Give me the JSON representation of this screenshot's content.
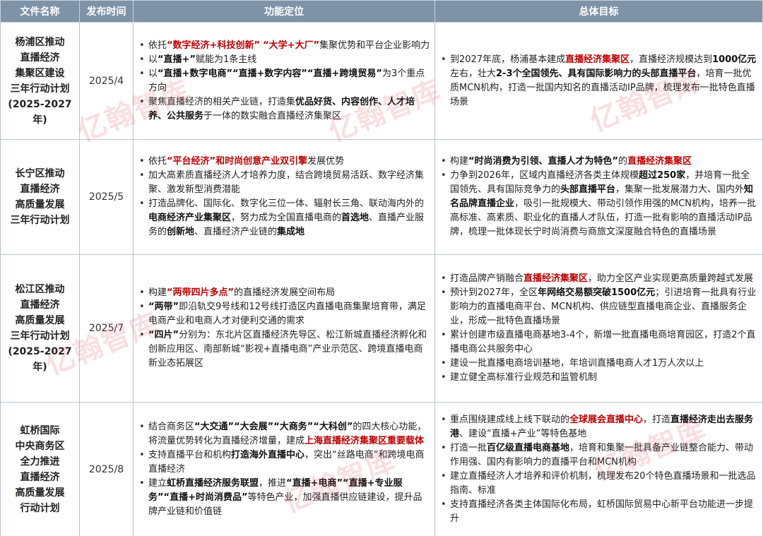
{
  "watermark": "亿翰智库",
  "headers": [
    "文件名称",
    "发布时间",
    "功能定位",
    "总体目标"
  ],
  "rows": [
    {
      "name": [
        "杨浦区推动",
        "直播经济",
        "集聚区建设",
        "三年行动计划",
        "(2025-2027年)"
      ],
      "date": "2025/4",
      "functions": [
        [
          {
            "t": "依托"
          },
          {
            "t": "“数字经济+科技创新”",
            "s": "r"
          },
          {
            "t": "  "
          },
          {
            "t": "“大学+大厂”",
            "s": "r"
          },
          {
            "t": "集聚优势和平台企业影响力"
          }
        ],
        [
          {
            "t": "以"
          },
          {
            "t": "“直播+”",
            "s": "b"
          },
          {
            "t": "赋能为1条主线"
          }
        ],
        [
          {
            "t": "以"
          },
          {
            "t": "“直播+数字电商”“直播+数字内容”“直播+跨境贸易”",
            "s": "b"
          },
          {
            "t": "为3个重点方向"
          }
        ],
        [
          {
            "t": "聚焦直播经济的相关产业链，打造集"
          },
          {
            "t": "优品好货、内容创作、人才培养、公共服务",
            "s": "b"
          },
          {
            "t": "于一体的数实融合直播经济集聚区"
          }
        ]
      ],
      "goals": [
        [
          {
            "t": "到2027年底，杨浦基本建成"
          },
          {
            "t": "直播经济集聚区",
            "s": "r"
          },
          {
            "t": "，直播经济规模达到"
          },
          {
            "t": "1000亿元",
            "s": "b"
          },
          {
            "t": "左右，壮大"
          },
          {
            "t": "2-3个全国领先、具有国际影响力的头部直播平台",
            "s": "b"
          },
          {
            "t": "，培育一批优质MCN机构，打造一批国内知名的直播活动IP品牌，梳理发布一批特色直播场景"
          }
        ]
      ]
    },
    {
      "name": [
        "长宁区推动",
        "直播经济",
        "高质量发展",
        "三年行动计划"
      ],
      "date": "2025/5",
      "functions": [
        [
          {
            "t": "依托"
          },
          {
            "t": "“平台经济”和时尚创意产业双引擎",
            "s": "r"
          },
          {
            "t": "发展优势"
          }
        ],
        [
          {
            "t": "加大高素质直播经济人才培养力度，结合跨境贸易活跃、数字经济集聚、激发新型消费潜能"
          }
        ],
        [
          {
            "t": "打造品牌化、国际化、数字化三位一体、辐射长三角、联动海内外的"
          },
          {
            "t": "电商经济产业集聚区",
            "s": "b"
          },
          {
            "t": "，努力成为全国直播电商的"
          },
          {
            "t": "首选地",
            "s": "b"
          },
          {
            "t": "、直播产业服务的"
          },
          {
            "t": "创新地",
            "s": "b"
          },
          {
            "t": "、直播经济产业链的"
          },
          {
            "t": "集成地",
            "s": "b"
          }
        ]
      ],
      "goals": [
        [
          {
            "t": "构建"
          },
          {
            "t": "“时尚消费为引领、直播人才为特色”",
            "s": "b"
          },
          {
            "t": "的"
          },
          {
            "t": "直播经济集聚区",
            "s": "r"
          }
        ],
        [
          {
            "t": "力争到2026年，区域内直播经济各类主体规模"
          },
          {
            "t": "超过250家",
            "s": "b"
          },
          {
            "t": "，并培育一批全国领先、具有国际竞争力的"
          },
          {
            "t": "头部直播平台",
            "s": "b"
          },
          {
            "t": "，集聚一批发展潜力大、国内外"
          },
          {
            "t": "知名品牌直播企业",
            "s": "b"
          },
          {
            "t": "，吸引一批规模大、带动引领作用强的MCN机构，培养一批高标准、高素质、职业化的直播人才队伍，打造一批有影响的直播活动IP品牌，梳理一批体现长宁时尚消费与商旅文深度融合特色的直播场景"
          }
        ]
      ]
    },
    {
      "name": [
        "松江区推动",
        "直播经济",
        "高质量发展",
        "三年行动计划",
        "(2025-2027年)"
      ],
      "date": "2025/7",
      "functions": [
        [
          {
            "t": "构建"
          },
          {
            "t": "“两带四片多点”",
            "s": "r"
          },
          {
            "t": "的直播经济发展空间布局"
          }
        ],
        [
          {
            "t": "“两带”",
            "s": "b"
          },
          {
            "t": "即沿轨交9号线和12号线打造区内直播电商集聚培育带，满足电商产业和电商人才对便利交通的需求"
          }
        ],
        [
          {
            "t": "“四片”",
            "s": "b"
          },
          {
            "t": "分别为：东北片区直播经济先导区、松江新城直播经济孵化和创新应用区、南部新城“影视+直播电商”产业示范区、跨境直播电商新业态拓展区"
          }
        ]
      ],
      "goals": [
        [
          {
            "t": "打造品牌产销融合"
          },
          {
            "t": "直播经济集聚区",
            "s": "r"
          },
          {
            "t": "，助力全区产业实现更高质量跨越式发展"
          }
        ],
        [
          {
            "t": "预计到2027年，全区"
          },
          {
            "t": "年网络交易额突破1500亿元",
            "s": "b"
          },
          {
            "t": "；引进培育一批具有行业影响力的直播电商平台、MCN机构、供应链型直播电商企业、直播服务企业，形成一批特色直播场景"
          }
        ],
        [
          {
            "t": "累计创建市级直播电商基地3-4个，新增一批直播电商培育园区，打造2个直播电商公共服务中心"
          }
        ],
        [
          {
            "t": "建设一批直播电商培训基地，年培训直播电商人才1万人次以上"
          }
        ],
        [
          {
            "t": "建立健全高标准行业规范和监管机制"
          }
        ]
      ]
    },
    {
      "name": [
        "虹桥国际",
        "中央商务区",
        "全力推进",
        "直播经济",
        "高质量发展",
        "行动计划"
      ],
      "date": "2025/8",
      "functions": [
        [
          {
            "t": "结合商务区"
          },
          {
            "t": "“大交通”“大会展”“大商务”“大科创”",
            "s": "b"
          },
          {
            "t": "的四大核心功能，将流量优势转化为直播经济增量，建成"
          },
          {
            "t": "上海直播经济集聚区重要载体",
            "s": "r"
          }
        ],
        [
          {
            "t": "支持直播平台和机构"
          },
          {
            "t": "打造海外直播中心",
            "s": "b"
          },
          {
            "t": "，突出“丝路电商”和跨境电商直播经济"
          }
        ],
        [
          {
            "t": "建立"
          },
          {
            "t": "虹桥直播经济服务联盟",
            "s": "b"
          },
          {
            "t": "，推进"
          },
          {
            "t": "“直播+电商”“直播+专业服务”“直播+时尚消费品”",
            "s": "b"
          },
          {
            "t": "等特色产业，加强直播供应链建设，提升品牌产业链和价值链"
          }
        ]
      ],
      "goals": [
        [
          {
            "t": "重点围绕建成线上线下联动的"
          },
          {
            "t": "全球展会直播中心",
            "s": "r"
          },
          {
            "t": "，打造"
          },
          {
            "t": "直播经济走出去服务港",
            "s": "b"
          },
          {
            "t": "、建设“直播+产业”等特色基地"
          }
        ],
        [
          {
            "t": "打造一批"
          },
          {
            "t": "百亿级直播电商基地",
            "s": "b"
          },
          {
            "t": "，培育和集聚一批具备产业链整合能力、带动作用强、国内有影响力的直播平台和MCN机构"
          }
        ],
        [
          {
            "t": "建立直播经济人才培养和评价机制，梳理发布20个特色直播场景和一批选品指南、标准"
          }
        ],
        [
          {
            "t": "支持直播经济各类主体国际化布局，虹桥国际贸易中心新平台功能进一步提升"
          }
        ]
      ]
    }
  ]
}
